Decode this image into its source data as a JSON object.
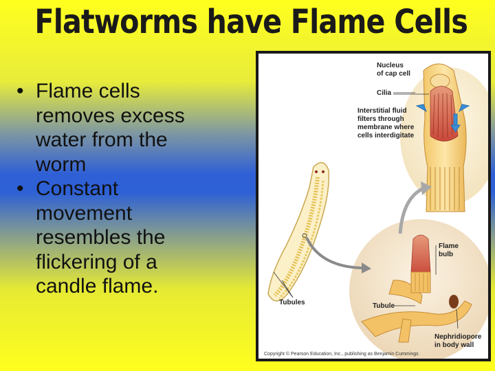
{
  "slide": {
    "title": "Flatworms have Flame Cells",
    "bullets": [
      {
        "marker": "•",
        "lines": [
          "Flame cells",
          "removes excess",
          "water from the",
          "worm"
        ]
      },
      {
        "marker": "•",
        "lines": [
          "Constant",
          "movement",
          "resembles the",
          "flickering of a",
          "candle flame."
        ]
      }
    ]
  },
  "figure": {
    "labels": {
      "nucleus_l1": "Nucleus",
      "nucleus_l2": "of cap cell",
      "cilia": "Cilia",
      "fluid_l1": "Interstitial fluid",
      "fluid_l2": "filters through",
      "fluid_l3": "membrane where",
      "fluid_l4": "cells interdigitate",
      "flame_l1": "Flame",
      "flame_l2": "bulb",
      "tubule": "Tubule",
      "tubules": "Tubules",
      "nephridiopore_l1": "Nephridiopore",
      "nephridiopore_l2": "in body wall"
    },
    "copyright": "Copyright © Pearson Education, Inc., publishing as Benjamin Cummings"
  }
}
